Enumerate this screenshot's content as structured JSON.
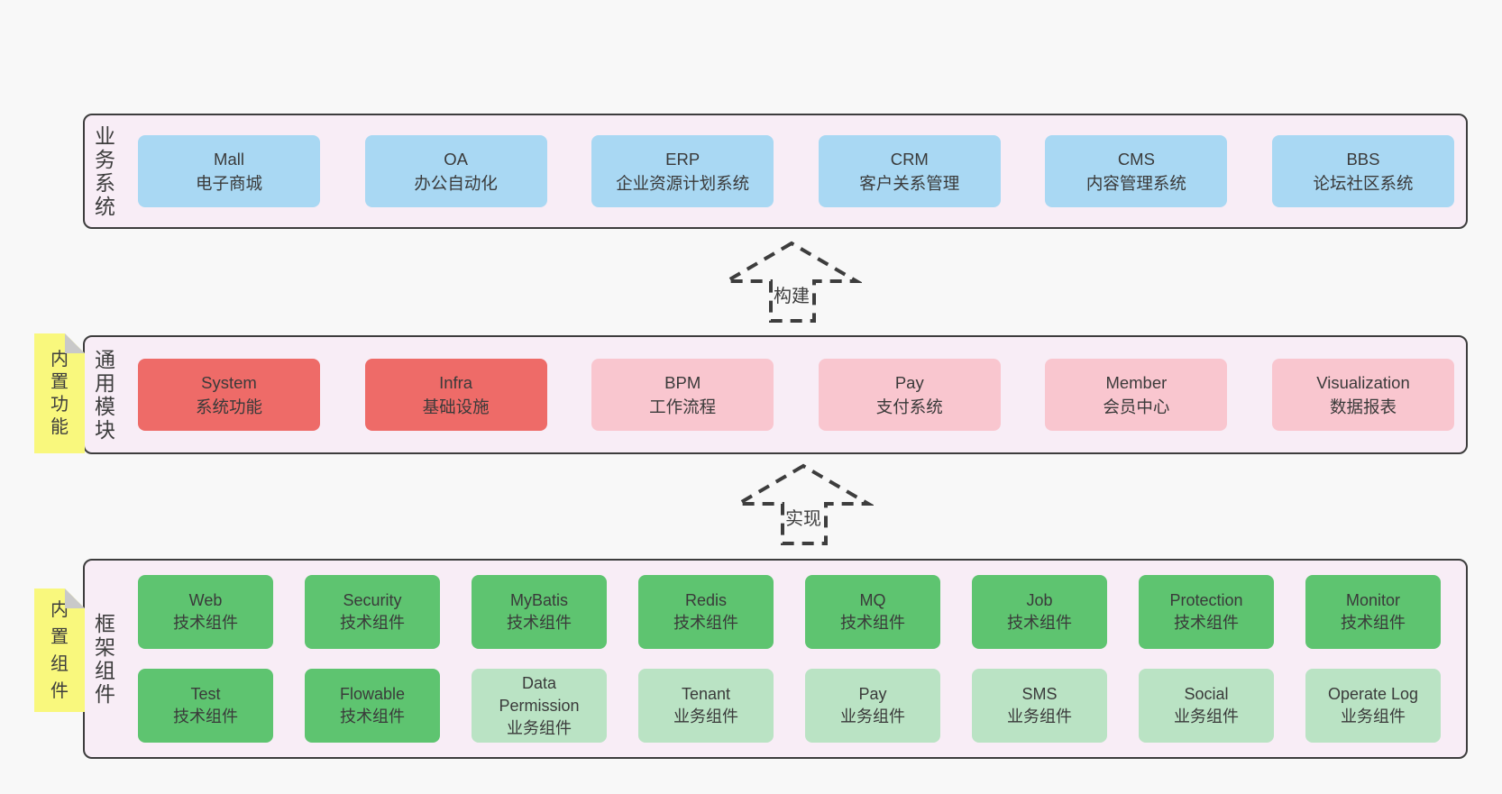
{
  "colors": {
    "page_bg": "#f8f8f8",
    "band_bg": "#f8edf6",
    "band_border": "#3d3d3d",
    "box_blue": "#a9d8f3",
    "box_red": "#ee6b68",
    "box_pink": "#f9c6cf",
    "box_green": "#5ec470",
    "box_lightgreen": "#bae3c4",
    "note_yellow": "#f9f87d",
    "note_fold_gray": "#c9c9c9",
    "text": "#3d3d3d"
  },
  "notes": [
    {
      "text": "内置功能"
    },
    {
      "text": "内置组件"
    }
  ],
  "arrows": [
    {
      "label": "构建"
    },
    {
      "label": "实现"
    }
  ],
  "bands": [
    {
      "label": "业务系统",
      "boxes": [
        {
          "title": "Mall",
          "subtitle": "电子商城",
          "variant": "blue"
        },
        {
          "title": "OA",
          "subtitle": "办公自动化",
          "variant": "blue"
        },
        {
          "title": "ERP",
          "subtitle": "企业资源计划系统",
          "variant": "blue"
        },
        {
          "title": "CRM",
          "subtitle": "客户关系管理",
          "variant": "blue"
        },
        {
          "title": "CMS",
          "subtitle": "内容管理系统",
          "variant": "blue"
        },
        {
          "title": "BBS",
          "subtitle": "论坛社区系统",
          "variant": "blue"
        }
      ]
    },
    {
      "label": "通用模块",
      "boxes": [
        {
          "title": "System",
          "subtitle": "系统功能",
          "variant": "red"
        },
        {
          "title": "Infra",
          "subtitle": "基础设施",
          "variant": "red"
        },
        {
          "title": "BPM",
          "subtitle": "工作流程",
          "variant": "pink"
        },
        {
          "title": "Pay",
          "subtitle": "支付系统",
          "variant": "pink"
        },
        {
          "title": "Member",
          "subtitle": "会员中心",
          "variant": "pink"
        },
        {
          "title": "Visualization",
          "subtitle": "数据报表",
          "variant": "pink"
        }
      ]
    },
    {
      "label": "框架组件",
      "rows": [
        [
          {
            "title": "Web",
            "subtitle": "技术组件",
            "variant": "green"
          },
          {
            "title": "Security",
            "subtitle": "技术组件",
            "variant": "green"
          },
          {
            "title": "MyBatis",
            "subtitle": "技术组件",
            "variant": "green"
          },
          {
            "title": "Redis",
            "subtitle": "技术组件",
            "variant": "green"
          },
          {
            "title": "MQ",
            "subtitle": "技术组件",
            "variant": "green"
          },
          {
            "title": "Job",
            "subtitle": "技术组件",
            "variant": "green"
          },
          {
            "title": "Protection",
            "subtitle": "技术组件",
            "variant": "green"
          },
          {
            "title": "Monitor",
            "subtitle": "技术组件",
            "variant": "green"
          }
        ],
        [
          {
            "title": "Test",
            "subtitle": "技术组件",
            "variant": "green"
          },
          {
            "title": "Flowable",
            "subtitle": "技术组件",
            "variant": "green"
          },
          {
            "title": "Data Permission",
            "subtitle": "业务组件",
            "variant": "lightgreen"
          },
          {
            "title": "Tenant",
            "subtitle": "业务组件",
            "variant": "lightgreen"
          },
          {
            "title": "Pay",
            "subtitle": "业务组件",
            "variant": "lightgreen"
          },
          {
            "title": "SMS",
            "subtitle": "业务组件",
            "variant": "lightgreen"
          },
          {
            "title": "Social",
            "subtitle": "业务组件",
            "variant": "lightgreen"
          },
          {
            "title": "Operate Log",
            "subtitle": "业务组件",
            "variant": "lightgreen"
          }
        ]
      ]
    }
  ]
}
